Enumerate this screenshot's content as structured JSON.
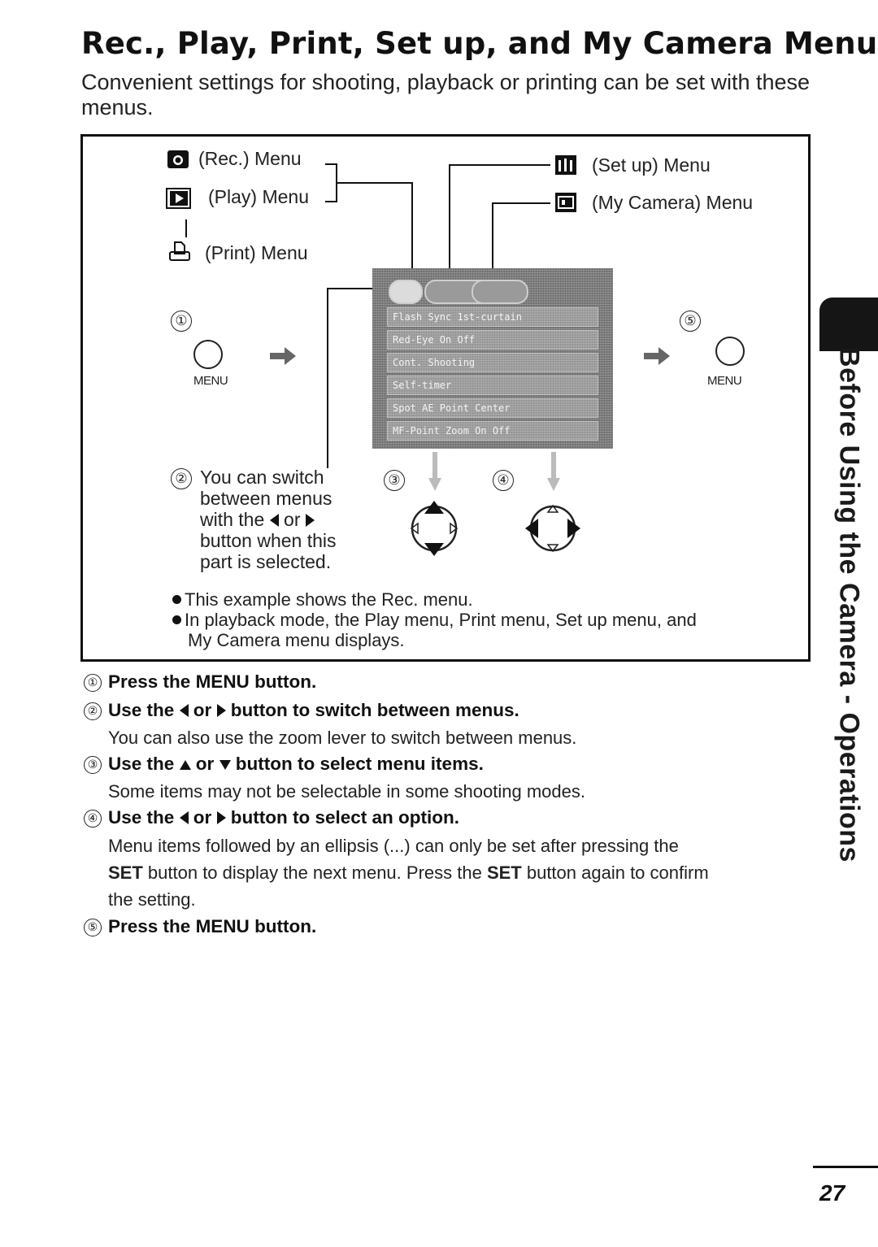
{
  "title": "Rec., Play, Print, Set up, and My Camera Menus",
  "intro": "Convenient settings for shooting, playback or printing can be set with these menus.",
  "diagram": {
    "labels": {
      "rec": "(Rec.) Menu",
      "play": "(Play) Menu",
      "print": "(Print) Menu",
      "setup": "(Set up) Menu",
      "mycamera": "(My Camera) Menu"
    },
    "menu_button_text": "MENU",
    "markers": [
      "①",
      "②",
      "③",
      "④",
      "⑤"
    ],
    "callout_2": [
      "You can switch",
      "between menus",
      "with the",
      "or",
      "button when this",
      "part is selected."
    ],
    "lcd_rows": [
      "Flash Sync   1st-curtain",
      "Red-Eye      On  Off",
      "Cont. Shooting",
      "Self-timer",
      "Spot AE Point  Center",
      "MF-Point Zoom  On  Off"
    ],
    "notes": [
      "This example shows the Rec. menu.",
      "In playback mode, the Play menu, Print menu, Set up menu, and",
      "My Camera menu displays."
    ]
  },
  "steps": [
    {
      "num": "①",
      "pre": "Press the ",
      "key": "MENU",
      "post": " button."
    },
    {
      "num": "②",
      "pre": "Use the ",
      "mid": " or ",
      "post": " button to switch between menus.",
      "body": "You can also use the zoom lever to switch between menus."
    },
    {
      "num": "③",
      "pre": "Use the ",
      "mid": " or ",
      "post": " button to select menu items.",
      "body": "Some items may not be selectable in some shooting modes."
    },
    {
      "num": "④",
      "pre": "Use the ",
      "mid": " or ",
      "post": " button to select an option.",
      "body_a": "Menu items followed by an ellipsis (...) can only be set after pressing the",
      "body_b_key1": "SET",
      "body_b_mid": " button to display the next menu. Press the ",
      "body_b_key2": "SET",
      "body_b_post": " button again to confirm",
      "body_c": "the setting."
    },
    {
      "num": "⑤",
      "pre": "Press the ",
      "key": "MENU",
      "post": " button."
    }
  ],
  "side_tab": "Before Using the Camera - Operations",
  "page_number": "27"
}
